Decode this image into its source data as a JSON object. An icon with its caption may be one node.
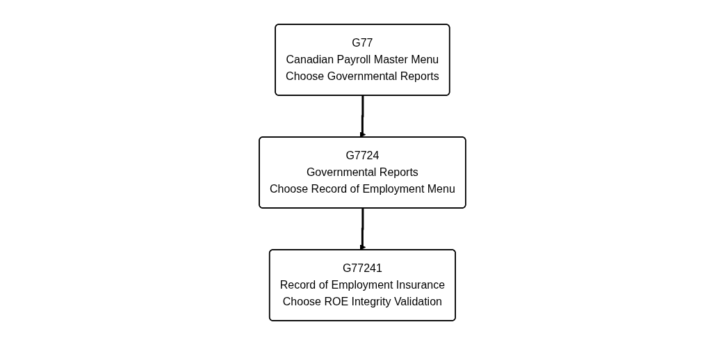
{
  "diagram": {
    "nodes": [
      {
        "text": [
          "G77",
          "Canadian Payroll Master Menu",
          "Choose Governmental Reports"
        ]
      },
      {
        "text": [
          "G7724",
          "Governmental Reports",
          "Choose Record of Employment Menu"
        ]
      },
      {
        "text": [
          "G77241",
          "Record of Employment Insurance",
          "Choose ROE Integrity Validation"
        ]
      }
    ],
    "edges": [
      {
        "from": 0,
        "to": 1,
        "arrow": "to"
      },
      {
        "from": 1,
        "to": 2,
        "arrow": "to"
      }
    ]
  }
}
